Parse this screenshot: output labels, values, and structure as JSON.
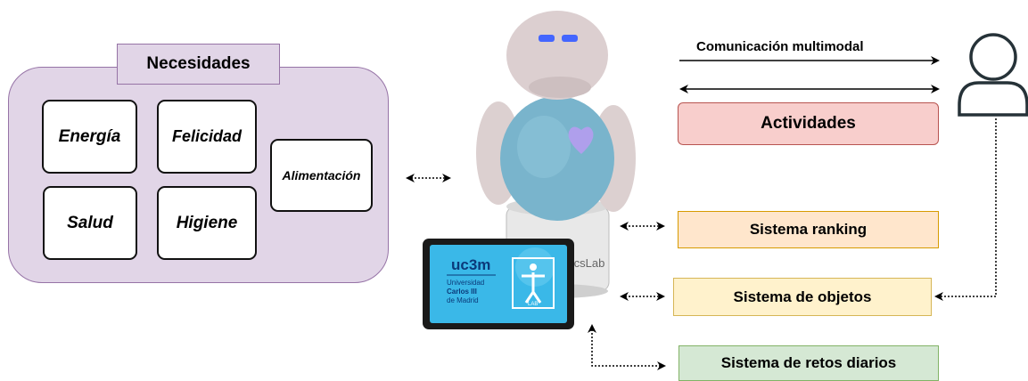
{
  "needs": {
    "title": "Necesidades",
    "items": [
      "Energía",
      "Felicidad",
      "Alimentación",
      "Salud",
      "Higiene"
    ]
  },
  "communication_label": "Comunicación multimodal",
  "activities_label": "Actividades",
  "systems": [
    "Sistema ranking",
    "Sistema de objetos",
    "Sistema de retos diarios"
  ],
  "tablet": {
    "brand": "uc3m",
    "university_line1": "Universidad",
    "university_line2": "Carlos III",
    "university_line3": "de Madrid",
    "lab_label": "LAB"
  },
  "robot_base_text": "IcsLab",
  "colors": {
    "needs_fill": "#e1d5e7",
    "needs_stroke": "#9673a6",
    "activities_fill": "#f8cecc",
    "activities_stroke": "#b85450",
    "ranking_fill": "#ffe6cc",
    "ranking_stroke": "#d79b00",
    "objects_fill": "#fff2cc",
    "objects_stroke": "#d6b656",
    "retos_fill": "#d5e8d4",
    "retos_stroke": "#82b366"
  },
  "icons": [
    "user-icon",
    "robot-image",
    "tablet-image"
  ]
}
